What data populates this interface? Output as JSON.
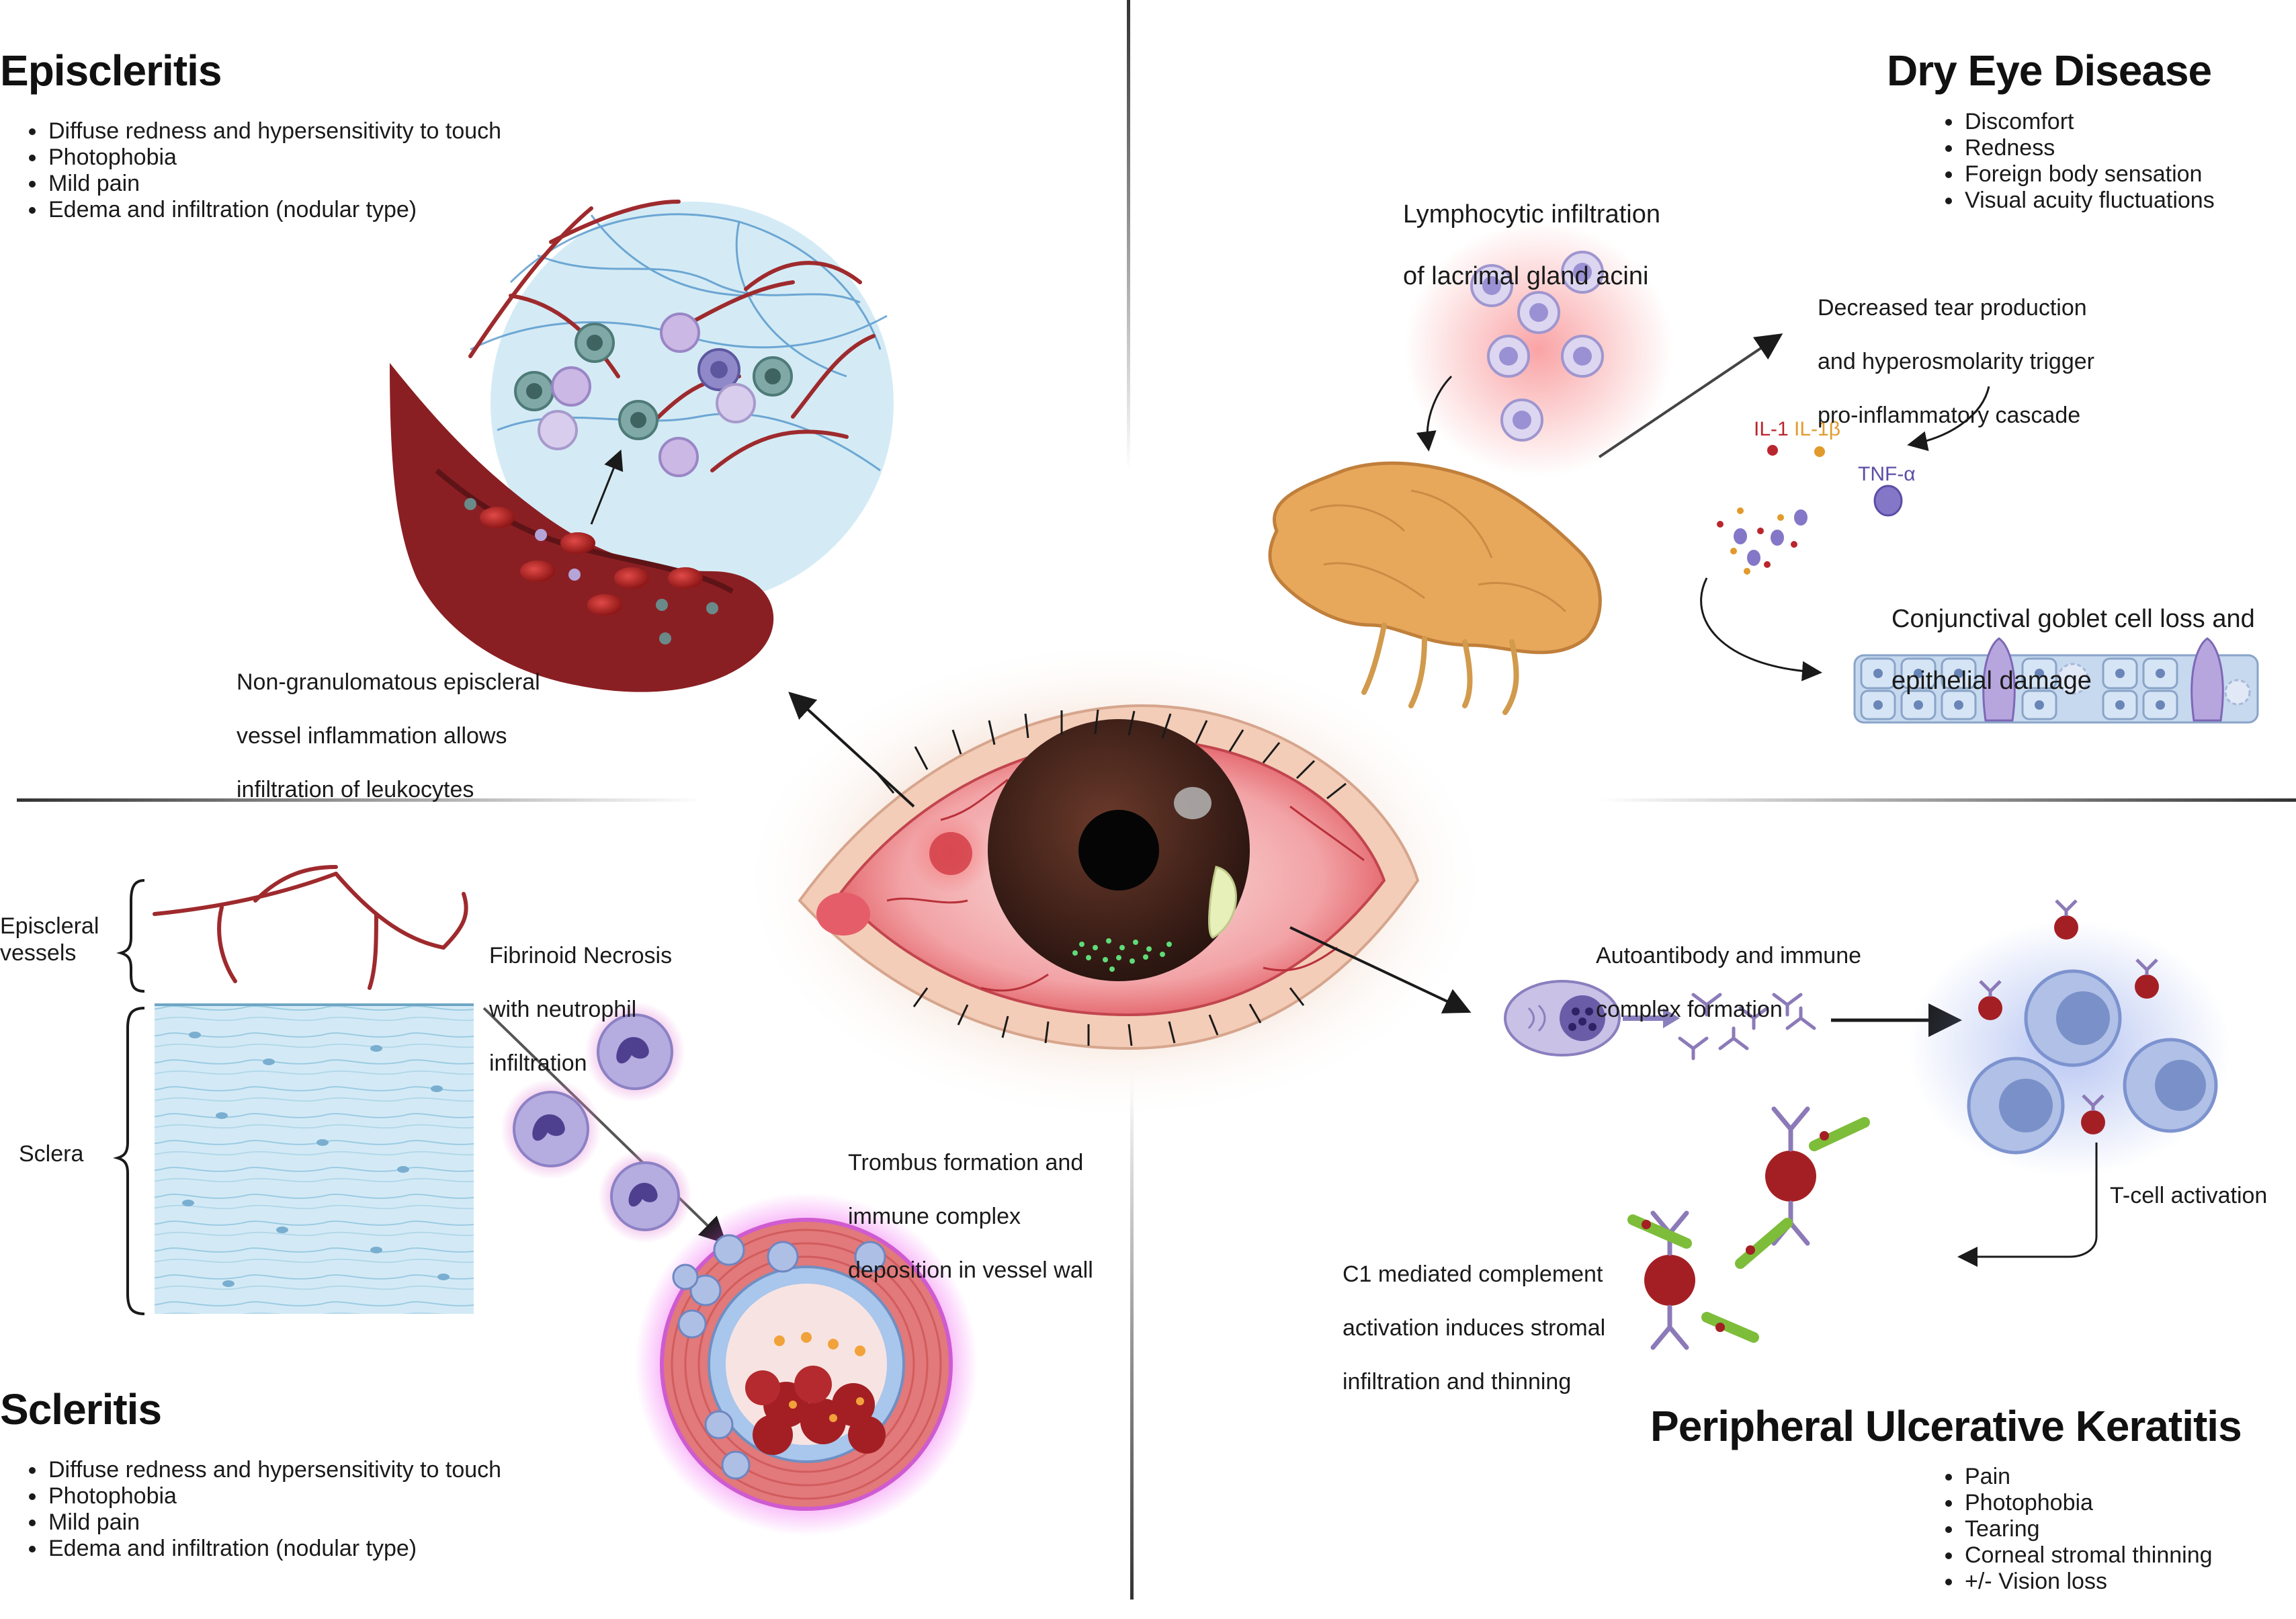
{
  "episcleritis": {
    "title": "Episcleritis",
    "symptoms": [
      "Diffuse redness and hypersensitivity to touch",
      "Photophobia",
      "Mild pain",
      "Edema and infiltration (nodular type)"
    ],
    "mechanism": [
      "Non-granulomatous episcleral",
      "vessel inflammation allows",
      "infiltration of leukocytes"
    ]
  },
  "dry_eye": {
    "title": "Dry Eye Disease",
    "symptoms": [
      "Discomfort",
      "Redness",
      "Foreign body sensation",
      "Visual acuity fluctuations"
    ],
    "lymph": [
      "Lymphocytic infiltration",
      "of lacrimal gland acini"
    ],
    "tear": [
      "Decreased tear production",
      "and hyperosmolarity trigger",
      "pro-inflammatory cascade"
    ],
    "goblet": [
      "Conjunctival goblet cell loss and",
      "epithelial damage"
    ],
    "cytokines": {
      "il1": "IL-1",
      "il1b": "IL-1β",
      "tnfa": "TNF-α"
    }
  },
  "scleritis": {
    "title": "Scleritis",
    "symptoms": [
      "Diffuse redness and hypersensitivity to touch",
      "Photophobia",
      "Mild pain",
      "Edema and infiltration (nodular type)"
    ],
    "episcleral_label": [
      "Episcleral",
      "vessels"
    ],
    "sclera_label": "Sclera",
    "fibrinoid": [
      "Fibrinoid Necrosis",
      "with neutrophil",
      "infiltration"
    ],
    "thrombus": [
      "Trombus formation and",
      "immune complex",
      "deposition in vessel wall"
    ]
  },
  "puk": {
    "title": "Peripheral Ulcerative Keratitis",
    "symptoms": [
      "Pain",
      "Photophobia",
      "Tearing",
      "Corneal stromal thinning",
      "+/- Vision loss"
    ],
    "autoantibody": [
      "Autoantibody and immune",
      "complex formation"
    ],
    "tcell": "T-cell activation",
    "c1": [
      "C1 mediated complement",
      "activation induces stromal",
      "infiltration and thinning"
    ]
  },
  "colors": {
    "vessel_red": "#8c1d22",
    "blood_cell": "#c8302f",
    "sclera_blue": "#cfe7f3",
    "lacrimal_orange": "#e6a75a",
    "antibody_purple": "#8c7ab8",
    "neutrophil_purple": "#9a8ccc",
    "tcell_blue": "#8fa6d6",
    "eye_red": "#e77a7d",
    "iris_brown": "#3a1f1a"
  }
}
